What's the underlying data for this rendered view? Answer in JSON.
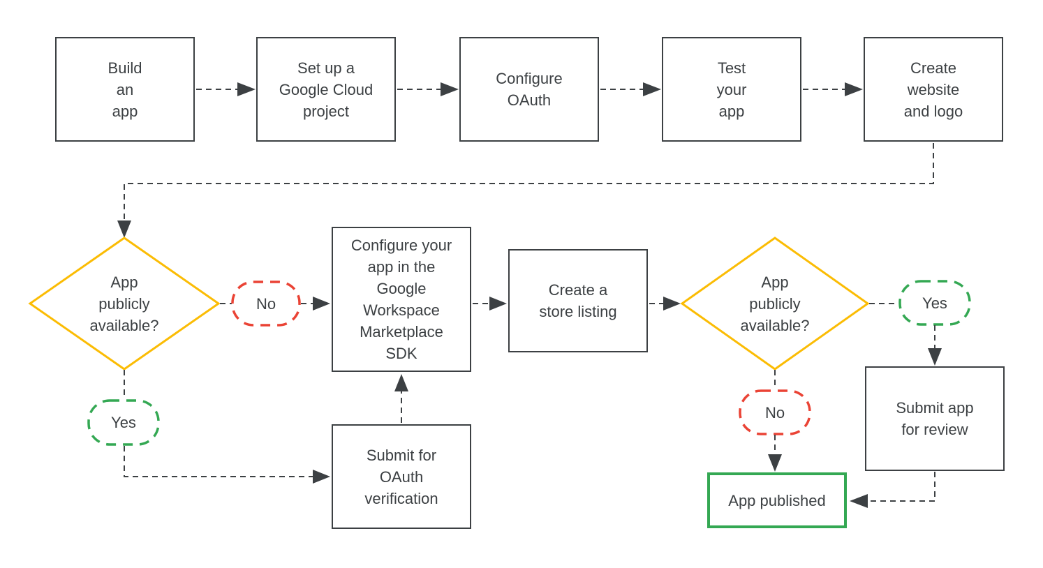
{
  "colors": {
    "outline": "#3c4043",
    "text": "#3c4043",
    "decision_yellow": "#fbbc04",
    "no_red": "#ea4335",
    "yes_green": "#34a853",
    "published_green": "#34a853",
    "background": "#ffffff"
  },
  "nodes": {
    "build_app": {
      "label": "Build\nan\napp"
    },
    "setup_project": {
      "label": "Set up a\nGoogle Cloud\nproject"
    },
    "configure_oauth": {
      "label": "Configure\nOAuth"
    },
    "test_app": {
      "label": "Test\nyour\napp"
    },
    "create_website": {
      "label": "Create\nwebsite\nand logo"
    },
    "decision_left": {
      "label": "App\npublicly\navailable?"
    },
    "configure_sdk": {
      "label": "Configure your\napp in the\nGoogle\nWorkspace\nMarketplace\nSDK"
    },
    "store_listing": {
      "label": "Create a\nstore listing"
    },
    "decision_right": {
      "label": "App\npublicly\navailable?"
    },
    "submit_oauth": {
      "label": "Submit for\nOAuth\nverification"
    },
    "submit_review": {
      "label": "Submit app\nfor review"
    },
    "app_published": {
      "label": "App published"
    }
  },
  "edge_labels": {
    "left_no": "No",
    "left_yes": "Yes",
    "right_yes": "Yes",
    "right_no": "No"
  }
}
